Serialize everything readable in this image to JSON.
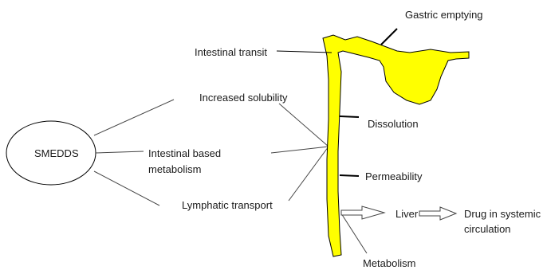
{
  "diagram": {
    "center_node": "SMEDDS",
    "factors": {
      "increased_solubility": "Increased solubility",
      "intestinal_metabolism_line1": "Intestinal based",
      "intestinal_metabolism_line2": "metabolism",
      "lymphatic_transport": "Lymphatic transport"
    },
    "gi_labels": {
      "gastric_emptying": "Gastric emptying",
      "intestinal_transit": "Intestinal transit",
      "dissolution": "Dissolution",
      "permeability": "Permeability",
      "metabolism": "Metabolism"
    },
    "flow": {
      "liver": "Liver",
      "drug_circulation_line1": "Drug in systemic",
      "drug_circulation_line2": "circulation"
    },
    "colors": {
      "gi_tract_fill": "#ffff00",
      "outline": "#000000",
      "connector": "#444444"
    }
  }
}
